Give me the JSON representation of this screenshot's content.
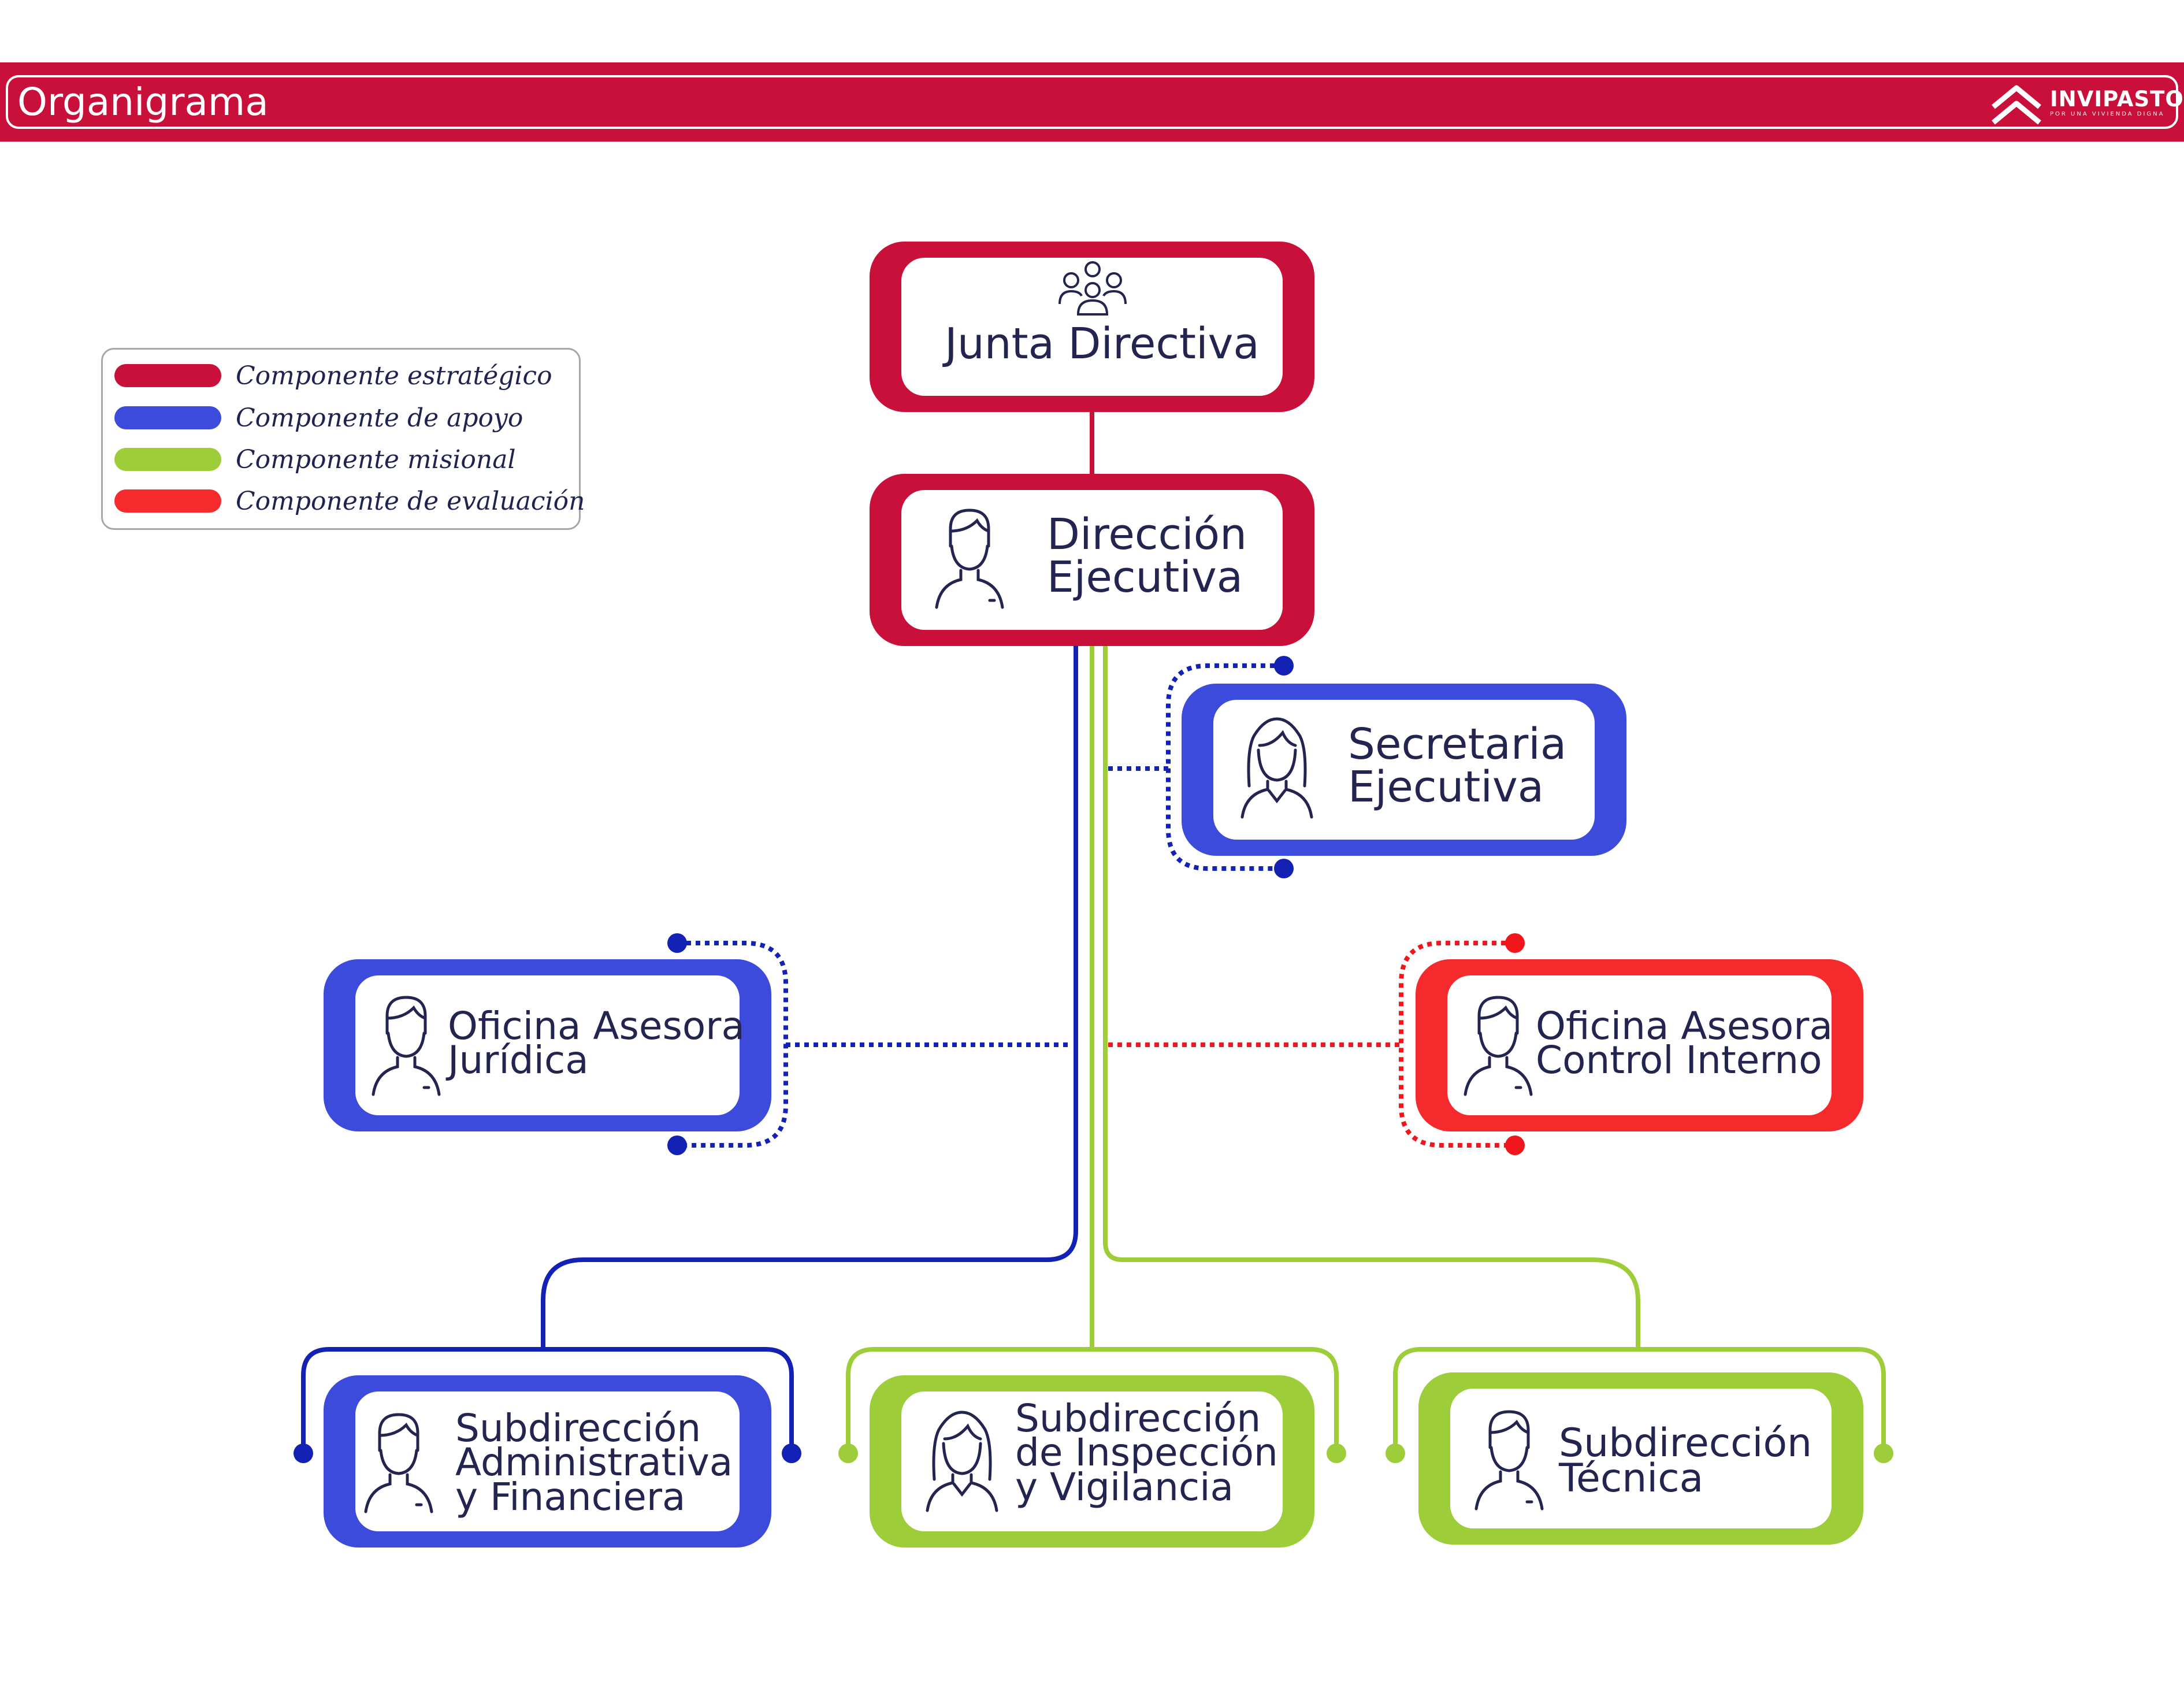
{
  "header": {
    "title": "Organigrama",
    "logo_text": "INVIPASTO",
    "logo_subtext": "POR UNA VIVIENDA DIGNA"
  },
  "legend": {
    "items": [
      {
        "label": "Componente estratégico",
        "color": "#c8103a"
      },
      {
        "label": "Componente de apoyo",
        "color": "#3c4bdc"
      },
      {
        "label": "Componente misional",
        "color": "#9ecd3a"
      },
      {
        "label": "Componente de evaluación",
        "color": "#f42a2c"
      }
    ]
  },
  "colors": {
    "estrategico": "#c8103a",
    "apoyo": "#3c4bdc",
    "misional": "#9ecd3a",
    "evaluacion": "#f42a2c",
    "line_blue": "#1322b4",
    "line_red": "#f0161c",
    "text": "#23244f"
  },
  "nodes": {
    "junta": {
      "line1": "Junta Directiva",
      "icon": "group-icon",
      "component": "estrategico"
    },
    "direccion": {
      "line1": "Dirección",
      "line2": "Ejecutiva",
      "icon": "man-icon",
      "component": "estrategico"
    },
    "secretaria": {
      "line1": "Secretaria",
      "line2": "Ejecutiva",
      "icon": "woman-icon",
      "component": "apoyo"
    },
    "juridica": {
      "line1": "Oficina Asesora",
      "line2": "Jurídica",
      "icon": "man-icon",
      "component": "apoyo"
    },
    "control": {
      "line1": "Oficina Asesora",
      "line2": "Control Interno",
      "icon": "man-icon",
      "component": "evaluacion"
    },
    "administrativa": {
      "line1": "Subdirección",
      "line2": "Administrativa",
      "line3": "y Financiera",
      "icon": "man-icon",
      "component": "apoyo"
    },
    "inspeccion": {
      "line1": "Subdirección",
      "line2": "de Inspección",
      "line3": "y Vigilancia",
      "icon": "woman-icon",
      "component": "misional"
    },
    "tecnica": {
      "line1": "Subdirección",
      "line2": "Técnica",
      "icon": "man-icon",
      "component": "misional"
    }
  }
}
